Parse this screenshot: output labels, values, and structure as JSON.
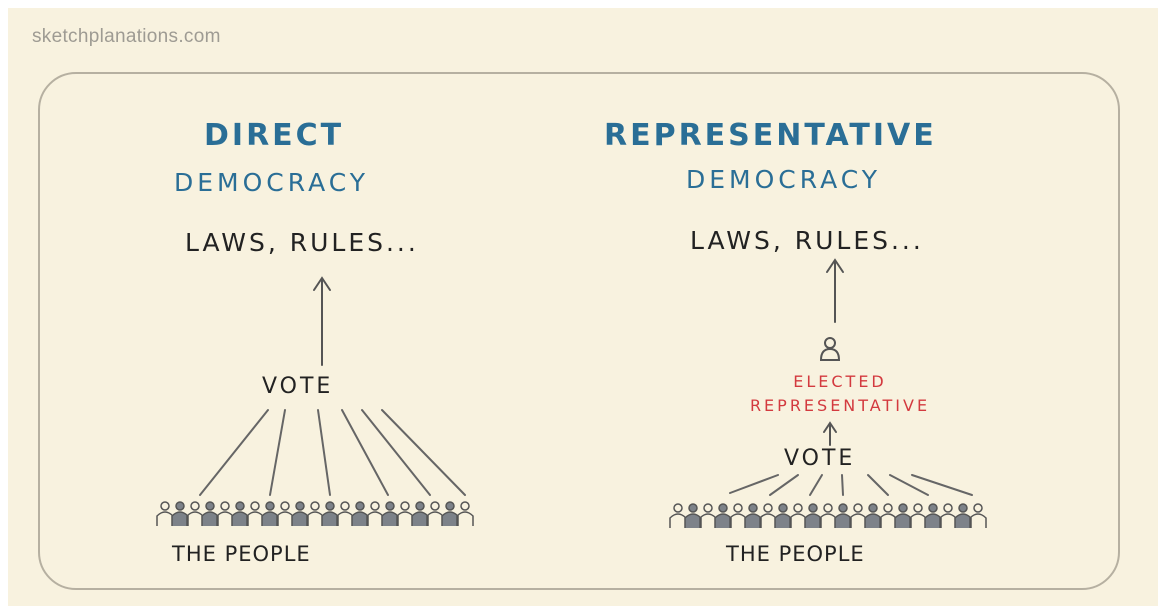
{
  "credit": "sketchplanations.com",
  "direct": {
    "title": "DIRECT",
    "subtitle": "DEMOCRACY",
    "laws": "LAWS, RULES...",
    "vote": "VOTE",
    "people": "THE PEOPLE"
  },
  "representative": {
    "title": "REPRESENTATIVE",
    "subtitle": "DEMOCRACY",
    "laws": "LAWS, RULES...",
    "elected_line1": "ELECTED",
    "elected_line2": "REPRESENTATIVE",
    "vote": "VOTE",
    "people": "THE PEOPLE"
  },
  "colors": {
    "background": "#f8f2df",
    "title_blue": "#2a6e96",
    "text_black": "#222222",
    "elected_red": "#d33a3f",
    "crowd_grey": "#7d8289"
  },
  "icons": [
    "upward-arrow-icon",
    "person-icon",
    "crowd-icon"
  ]
}
